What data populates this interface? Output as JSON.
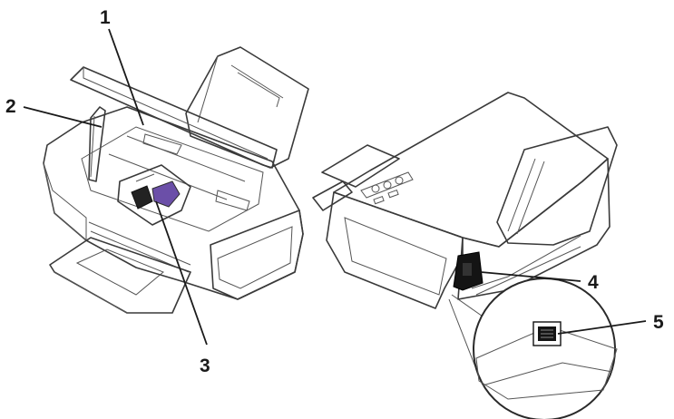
{
  "callouts": [
    {
      "id": "1",
      "label": "1"
    },
    {
      "id": "2",
      "label": "2"
    },
    {
      "id": "3",
      "label": "3"
    },
    {
      "id": "4",
      "label": "4"
    },
    {
      "id": "5",
      "label": "5"
    }
  ],
  "colors": {
    "body_light": "#f2f2f2",
    "body_shade": "#e2e2e2",
    "body_dark": "#cfcfcf",
    "outline": "#3a3a3a",
    "cartridge_accent": "#6b4fa8",
    "port_black": "#141414"
  }
}
